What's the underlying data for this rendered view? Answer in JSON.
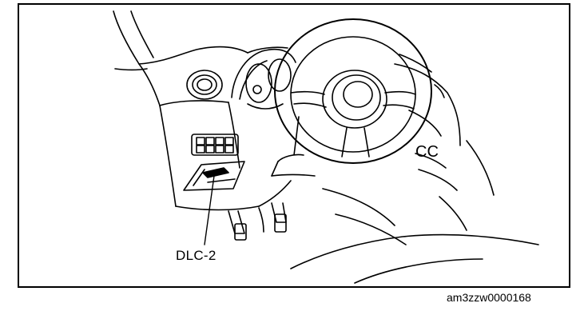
{
  "figure": {
    "callout_label": "DLC-2",
    "figure_id": "am3zzw0000168",
    "dashboard_mark": "CC"
  },
  "colors": {
    "line": "#000000",
    "background": "#ffffff"
  }
}
